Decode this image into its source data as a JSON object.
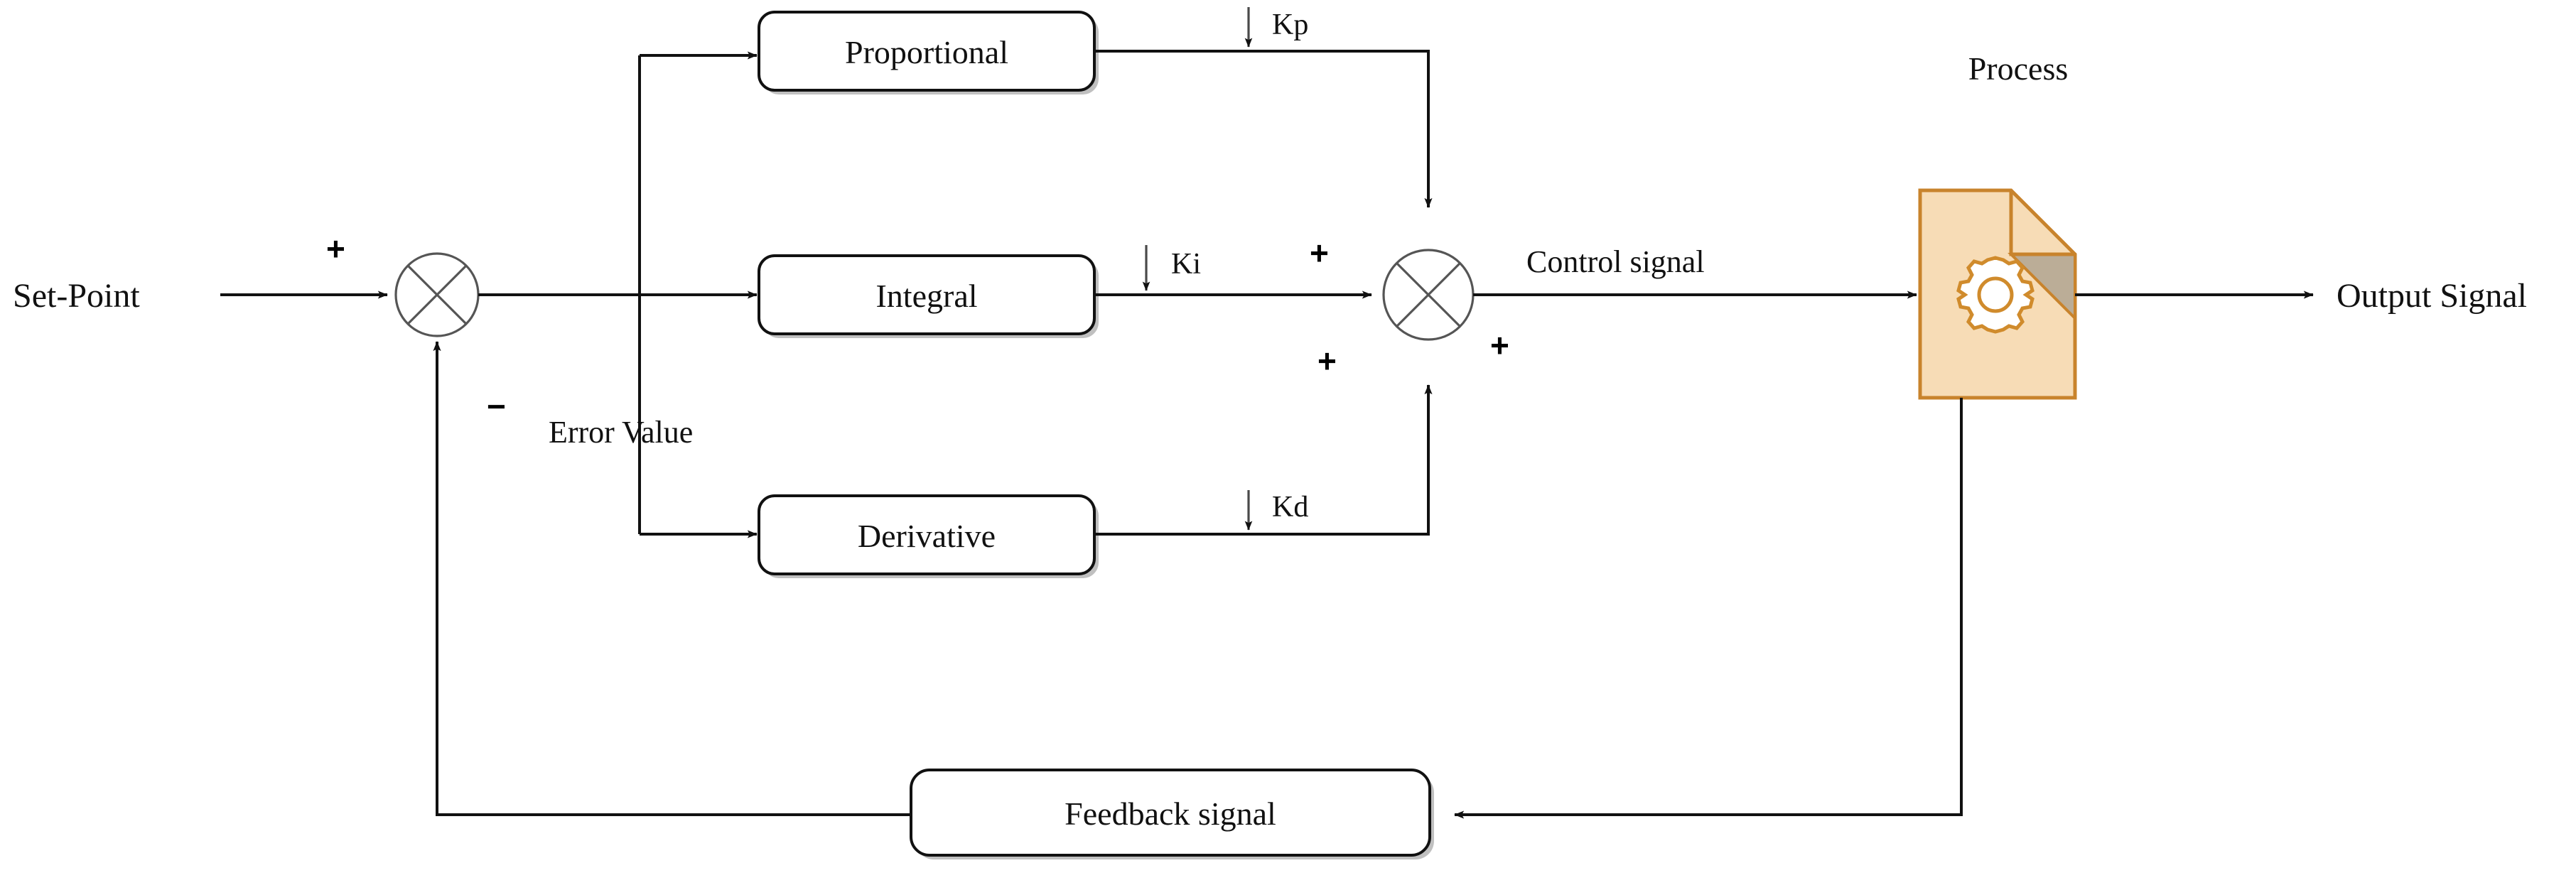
{
  "diagram": {
    "title": "PID control loop block diagram",
    "type": "block-diagram",
    "background_color": "#ffffff",
    "line_color": "#111111"
  },
  "io": {
    "input_label": "Set-Point",
    "output_label": "Output Signal"
  },
  "signals": {
    "error_label": "Error Value",
    "control_label": "Control signal",
    "feedback_label": "Feedback signal"
  },
  "controller_blocks": [
    {
      "label": "Proportional",
      "gain": "Kp"
    },
    {
      "label": "Integral",
      "gain": "Ki"
    },
    {
      "label": "Derivative",
      "gain": "Kd"
    }
  ],
  "summing_junctions": [
    {
      "name": "error-junction",
      "signs": [
        {
          "symbol": "+",
          "position": "top-left"
        },
        {
          "symbol": "−",
          "position": "bottom-right"
        }
      ]
    },
    {
      "name": "controller-sum-junction",
      "signs": [
        {
          "symbol": "+",
          "position": "top-left"
        },
        {
          "symbol": "+",
          "position": "bottom-left"
        },
        {
          "symbol": "+",
          "position": "bottom-right"
        }
      ]
    }
  ],
  "process": {
    "label": "Process",
    "icon": "document-gear-icon",
    "fill_color": "#F7DCB6",
    "border_color": "#C8832C",
    "fold_color": "#BBAD97",
    "gear_color": "#D08B2C"
  }
}
